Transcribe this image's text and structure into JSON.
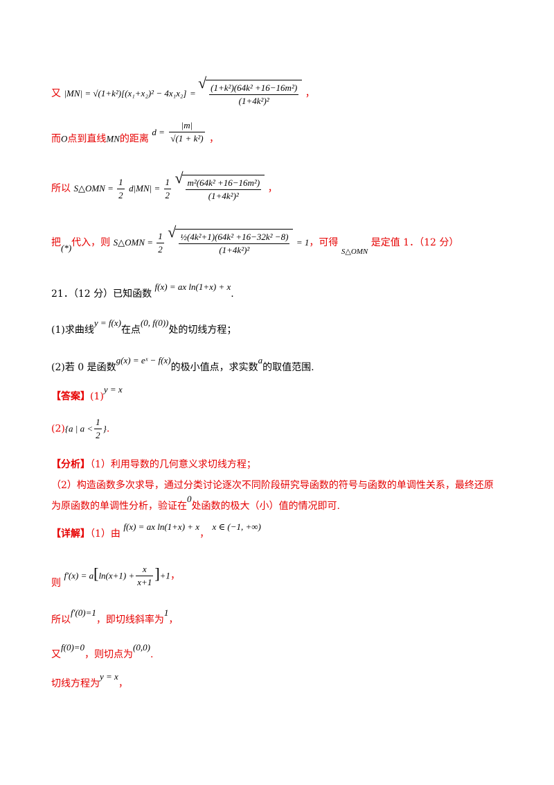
{
  "lines": {
    "l1_pre": "又",
    "l1_math": "|MN| = √(1+k²)[(x₁+x₂)² − 4x₁x₂]",
    "l1_rhs_num": "(1+k²)(64k² +16−16m²)",
    "l1_rhs_den": "(1+4k²)²",
    "l1_post": "，",
    "l2_pre": "而",
    "l2_O": "O",
    "l2_mid": "点到直线",
    "l2_MN": "MN",
    "l2_dist": "的距离",
    "l2_d": "d =",
    "l2_num": "|m|",
    "l2_den": "√(1 + k²)",
    "l2_post": "，",
    "l3_pre": "所以",
    "l3_S": "S△OMN = ",
    "l3_half": "1",
    "l3_two": "2",
    "l3_d": "d|MN| = ",
    "l3_num": "m²(64k² +16−16m²)",
    "l3_den": "(1+4k²)²",
    "l3_post": "，",
    "l4_pre": "把",
    "l4_star": "(*)",
    "l4_mid": "代入，则",
    "l4_S": "S△OMN = ",
    "l4_num": "½(4k²+1)(64k² +16−32k² −8)",
    "l4_den": "(1+4k²)²",
    "l4_eq": "= 1",
    "l4_can": "，可得",
    "l4_S2": "S△OMN",
    "l4_post": "是定值 1．（12 分）",
    "q21": "21．（12 分）已知函数",
    "q21_f": "f(x) = ax ln(1+x) + x",
    "q21_end": ".",
    "q1_pre": "(1)求曲线",
    "q1_y": "y = f(x)",
    "q1_mid": "在点",
    "q1_pt": "(0, f(0))",
    "q1_post": "处的切线方程；",
    "q2_pre": "(2)若 0 是函数",
    "q2_g": "g(x) = eˣ − f(x)",
    "q2_mid": "的极小值点，求实数",
    "q2_a": "a",
    "q2_post": "的取值范围.",
    "ans_label": "【答案】",
    "ans1": "(1)",
    "ans1_math": "y = x",
    "ans2": "(2)",
    "ans2_math": "{a | a <",
    "ans2_end": "}",
    "ans2_dot": ".",
    "ana_label": "【分析】",
    "ana1": "（1）利用导数的几何意义求切线方程；",
    "ana2": "（2）构造函数多次求导，通过分类讨论逐次不同阶段研究导函数的符号与函数的单调性关系，最终还原",
    "ana3_pre": "为原函数的单调性分析，验证在",
    "ana3_zero": "0",
    "ana3_post": "处函数的极大（小）值的情况即可.",
    "det_label": "【详解】",
    "det1": "（1）由",
    "det1_f": "f(x) = ax ln(1+x) + x",
    "det1_dom": "x ∈ (−1, +∞)",
    "det2_pre": "则",
    "det2_f": "f′(x) = a",
    "det2_ln": "ln(x+1) +",
    "det2_num": "x",
    "det2_den": "x+1",
    "det2_end": "+1",
    "det2_post": "，",
    "det3_pre": "所以",
    "det3_f": "f′(0)=1",
    "det3_mid": "，即切线斜率为",
    "det3_one": "1",
    "det3_post": "，",
    "det4_pre": "又",
    "det4_f": "f(0)=0",
    "det4_mid": "，则切点为",
    "det4_pt": "(0,0)",
    "det4_post": ".",
    "det5_pre": "切线方程为",
    "det5_y": "y = x",
    "det5_post": "，"
  }
}
